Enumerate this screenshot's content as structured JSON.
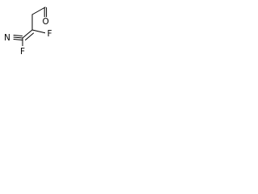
{
  "structure": {
    "atoms": {
      "oxygen": "O",
      "nitrogen": "N",
      "fluorine_upper": "F",
      "fluorine_lower": "F"
    }
  }
}
